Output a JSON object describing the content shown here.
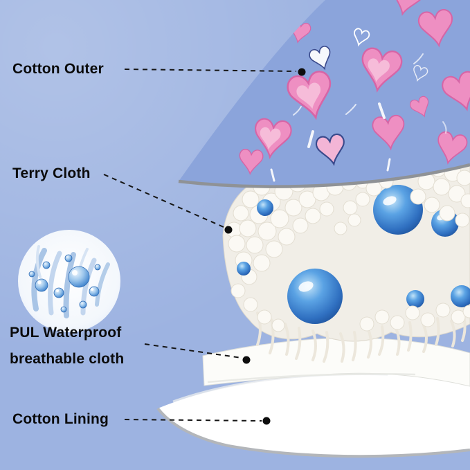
{
  "diagram": {
    "labels": {
      "cotton_outer": "Cotton Outer",
      "terry_cloth": "Terry Cloth",
      "pul_waterproof_line1": "PUL Waterproof",
      "pul_waterproof_line2": "breathable cloth",
      "cotton_lining": "Cotton Lining"
    },
    "colors": {
      "background": "#9db3e1",
      "fabric_blue": "#8ba4db",
      "heart_pink": "#ee8fc2",
      "heart_highlight_pink": "#f6bcd9",
      "heart_outline_navy": "#3a4a8c",
      "terry_white": "#f1eee7",
      "gel_bead_blue": "#2f6fc0",
      "layer_white": "#fcfcf9",
      "edge_gray": "#8f9296",
      "leader_line_black": "#151515",
      "label_text": "#0b0b0b"
    }
  }
}
